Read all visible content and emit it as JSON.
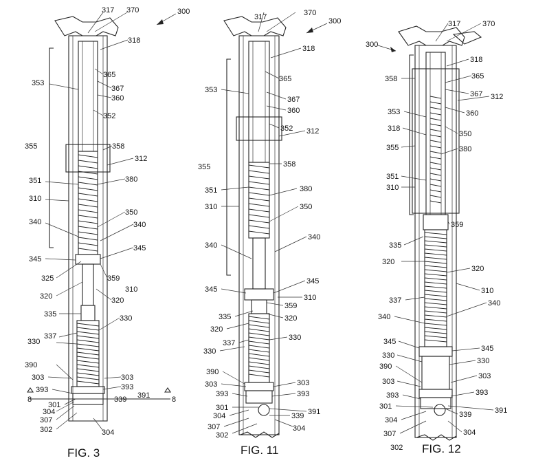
{
  "figures": [
    {
      "caption": "FIG. 3",
      "ref": "300",
      "labels": [
        "317",
        "370",
        "318",
        "365",
        "367",
        "360",
        "352",
        "353",
        "355",
        "358",
        "312",
        "351",
        "380",
        "310",
        "350",
        "340",
        "340",
        "345",
        "345",
        "325",
        "359",
        "310",
        "320",
        "320",
        "335",
        "330",
        "330",
        "337",
        "390",
        "303",
        "303",
        "393",
        "393",
        "391",
        "8",
        "8",
        "301",
        "304",
        "339",
        "307",
        "302",
        "304"
      ]
    },
    {
      "caption": "FIG. 11",
      "ref": "300",
      "labels": [
        "317",
        "370",
        "318",
        "365",
        "367",
        "360",
        "353",
        "352",
        "312",
        "355",
        "358",
        "351",
        "380",
        "310",
        "350",
        "340",
        "340",
        "345",
        "345",
        "310",
        "359",
        "335",
        "320",
        "320",
        "337",
        "330",
        "330",
        "390",
        "303",
        "303",
        "393",
        "393",
        "301",
        "391",
        "304",
        "339",
        "307",
        "302",
        "304"
      ]
    },
    {
      "caption": "FIG. 12",
      "ref": "300",
      "labels": [
        "317",
        "370",
        "318",
        "365",
        "358",
        "367",
        "312",
        "353",
        "360",
        "350",
        "318",
        "355",
        "380",
        "351",
        "310",
        "359",
        "335",
        "320",
        "320",
        "310",
        "337",
        "340",
        "340",
        "345",
        "345",
        "330",
        "330",
        "390",
        "303",
        "303",
        "393",
        "393",
        "301",
        "391",
        "304",
        "339",
        "307",
        "304",
        "302"
      ]
    }
  ]
}
